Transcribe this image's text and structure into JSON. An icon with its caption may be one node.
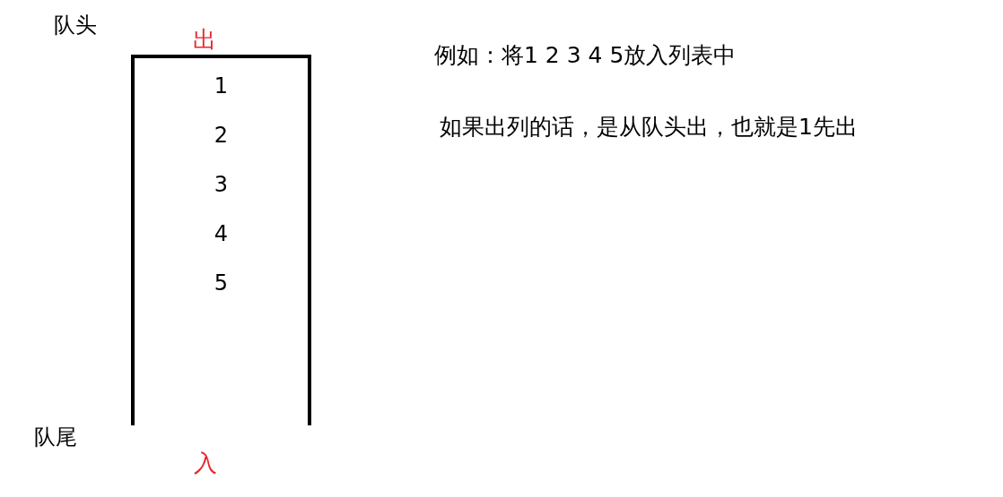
{
  "diagram": {
    "nodes": [
      {
        "text": [
          "1",
          "2",
          "3",
          "4",
          "5"
        ],
        "beside": [
          "出",
          "入"
        ]
      }
    ],
    "labels": [
      "队头",
      "队尾",
      "例如：将1 2 3 4 5放入列表中",
      "如果出列的话，是从队头出，也就是1先出"
    ]
  }
}
